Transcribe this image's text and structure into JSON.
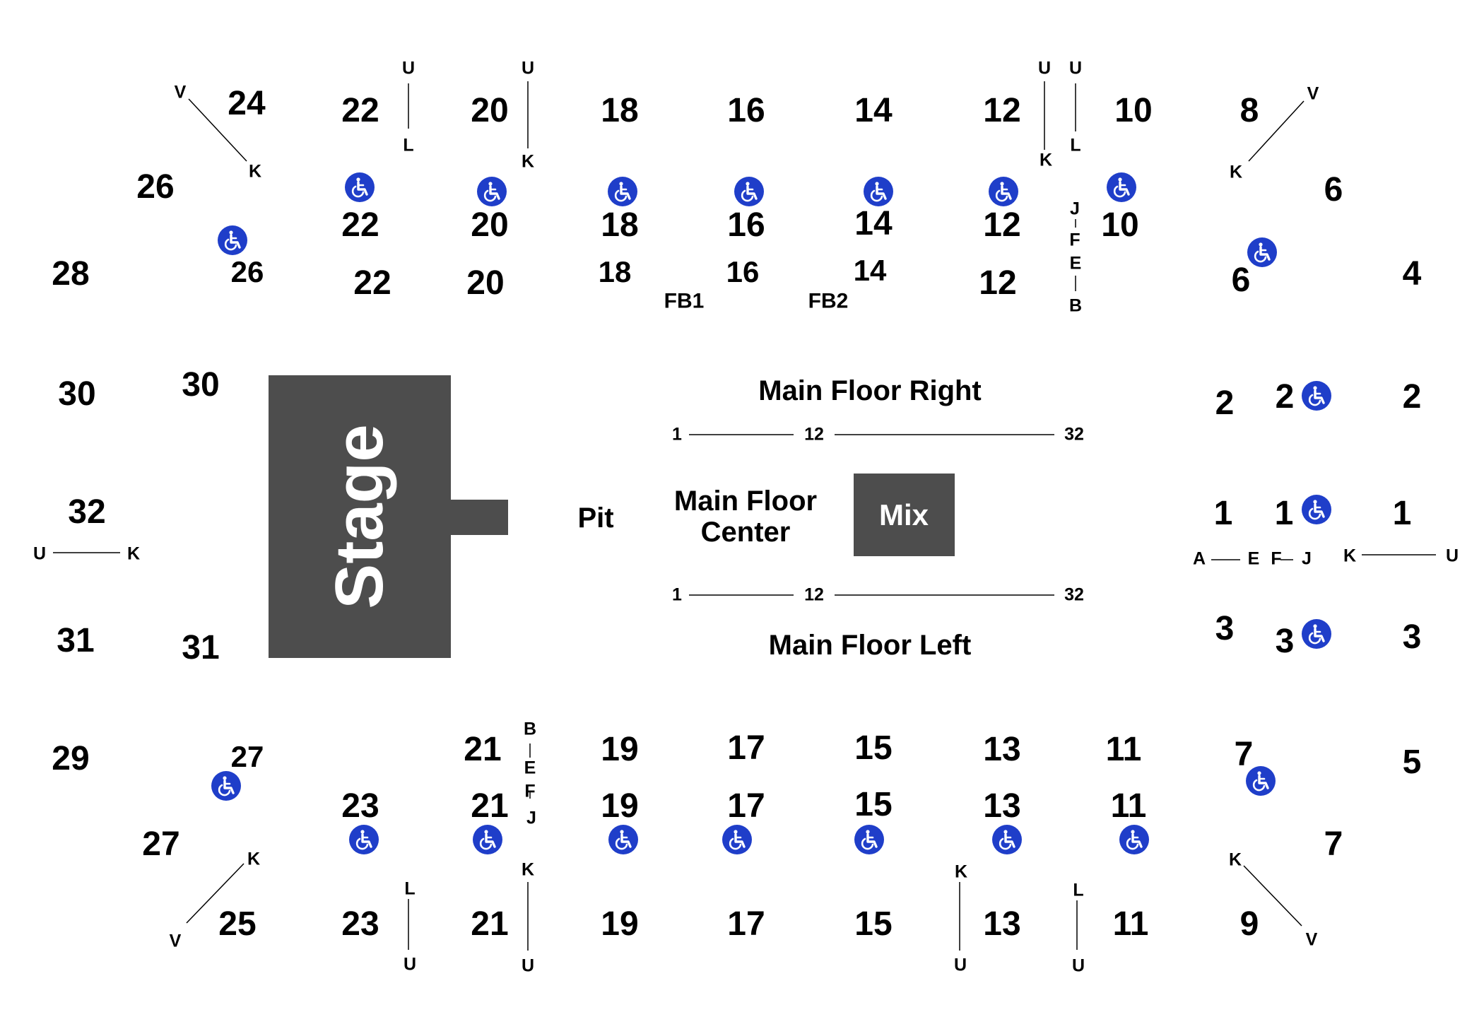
{
  "colors": {
    "stage": "#4d4d4d",
    "accessible": "#1f3ec9",
    "line": "#000000"
  },
  "venue": {
    "stage_label": "Stage",
    "pit_label": "Pit",
    "mix_label": "Mix",
    "floor_right_label": "Main Floor Right",
    "floor_left_label": "Main Floor Left",
    "floor_center_label": "Main Floor\nCenter",
    "floor_seat_start": "1",
    "floor_seat_mid": "12",
    "floor_seat_end": "32"
  },
  "field_boxes": [
    "FB1",
    "FB2"
  ],
  "sections": {
    "upper_even": [
      "24",
      "22",
      "20",
      "18",
      "16",
      "14",
      "12",
      "10",
      "8",
      "26",
      "6",
      "28",
      "4"
    ],
    "mid_even": [
      "22",
      "20",
      "18",
      "16",
      "14",
      "12",
      "10",
      "26",
      "6"
    ],
    "lower_even": [
      "22",
      "20",
      "18",
      "16",
      "14",
      "12"
    ],
    "end_stage": [
      "30",
      "30",
      "32",
      "31",
      "31",
      "29"
    ],
    "right_end": [
      "2",
      "2",
      "2",
      "1",
      "1",
      "1",
      "3",
      "3",
      "3"
    ],
    "upper_odd": [
      "21",
      "19",
      "17",
      "15",
      "13",
      "11",
      "7",
      "5",
      "27"
    ],
    "mid_odd": [
      "23",
      "21",
      "19",
      "17",
      "15",
      "13",
      "11",
      "27",
      "7"
    ],
    "lower_odd": [
      "25",
      "23",
      "21",
      "19",
      "17",
      "15",
      "13",
      "11",
      "9"
    ]
  },
  "rows": {
    "top": [
      "V",
      "K",
      "U",
      "L",
      "U",
      "K",
      "U",
      "K",
      "U",
      "L",
      "V",
      "K",
      "J",
      "F",
      "E",
      "B"
    ],
    "left": [
      "U",
      "K"
    ],
    "right": [
      "A",
      "E",
      "F",
      "J",
      "K",
      "U"
    ],
    "bottom": [
      "B",
      "E",
      "F",
      "J",
      "K",
      "V",
      "L",
      "U",
      "K",
      "U",
      "K",
      "U",
      "L",
      "U",
      "K",
      "V"
    ]
  },
  "icons": {
    "accessible": "wheelchair-icon"
  }
}
